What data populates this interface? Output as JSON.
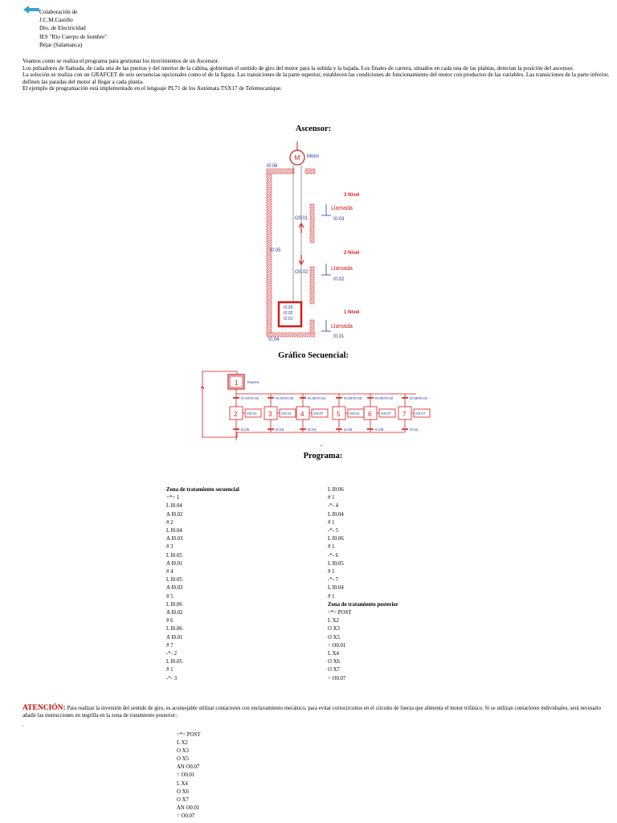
{
  "header": {
    "back_icon": "back-arrow-icon",
    "credit_lines": [
      "Colaboración de",
      "J.C.M.Castillo",
      "Dto. de Electricidad",
      "IES \"Río Cuerpo de hombre\"",
      "Béjar (Salamanca)"
    ]
  },
  "intro": {
    "paragraphs": [
      "Veamos como se realiza el programa para gestionar los movimientos de un Ascensor.",
      "Los pulsadores de llamada, de cada una de las puertas y del interior de la cabina, gobiernan el sentido de giro del motor para la subida y la bajada. Los finales de carrera, situados en cada una de las plantas, detectan la posición del ascensor.",
      "La solución se realiza con un GRAFCET de seis secuencias opcionales como el de la figura. Las transiciones de la parte superior, establecen las condiciones de funcionamiento del motor con productos de las variables. Las transiciones de la parte inferior, definen las paradas del motor al llegar a cada planta.",
      "El ejemplo de programación está implementado en el lenguaje PL71 de los Autómata TSX17 de Telemecanique."
    ]
  },
  "titles": {
    "ascensor": "Ascensor:",
    "grafico": "Gráfico Secuencial:",
    "programa": "Programa:",
    "dot": "."
  },
  "ascensor_diagram": {
    "motor_label": "Motor",
    "motor_symbol": "M",
    "sensor_top": "I0.06",
    "floors": [
      {
        "name": "3 Nivel",
        "call": "Llamada",
        "call_input": "I0.03",
        "sensor": "O0.01"
      },
      {
        "name": "2 Nivel",
        "call": "Llamada",
        "call_input": "I0.02",
        "sensor": "O0.02"
      },
      {
        "name": "1 Nivel",
        "call": "Llamada",
        "call_input": "I0.01",
        "sensor": "I0.04"
      }
    ],
    "side_sensor": "I0.05",
    "cabin_buttons": [
      "I0.03",
      "I0.02",
      "I0.01"
    ],
    "colors": {
      "red": "#d41a1a",
      "blue": "#1f3f9f",
      "hatch": "#e04040"
    }
  },
  "grafcet": {
    "initial_step": "1",
    "initial_label": "Espera",
    "top_transitions": [
      "I0.04*I0.02",
      "I0.04*I0.03",
      "I0.05*I0.01",
      "I0.05*I0.03",
      "I0.06*I0.02",
      "I0.06*I0.01"
    ],
    "steps": [
      {
        "num": "2",
        "action": "O0.01"
      },
      {
        "num": "3",
        "action": "O0.01"
      },
      {
        "num": "4",
        "action": "O0.07"
      },
      {
        "num": "5",
        "action": "O0.01"
      },
      {
        "num": "6",
        "action": "O0.07"
      },
      {
        "num": "7",
        "action": "O0.07"
      }
    ],
    "bottom_transitions": [
      "I0.05",
      "I0.06",
      "I0.04",
      "I0.06",
      "I0.05",
      "I0.04"
    ]
  },
  "program": {
    "col1": [
      {
        "t": "Zona de tratamiento secuencial",
        "b": true
      },
      {
        "t": "=*= 1",
        "b": false
      },
      {
        "t": "L  I0.04",
        "b": false
      },
      {
        "t": "A  I0.02",
        "b": false
      },
      {
        "t": "#  2",
        "b": false
      },
      {
        "t": "L  I0.04",
        "b": false
      },
      {
        "t": "A  I0.03",
        "b": false
      },
      {
        "t": "#  3",
        "b": false
      },
      {
        "t": "L  I0.05",
        "b": false
      },
      {
        "t": "A  I0.01",
        "b": false
      },
      {
        "t": "#  4",
        "b": false
      },
      {
        "t": "L  I0.05",
        "b": false
      },
      {
        "t": "A  I0.03",
        "b": false
      },
      {
        "t": "#  5",
        "b": false
      },
      {
        "t": "L  I0.06",
        "b": false
      },
      {
        "t": "A  I0.02",
        "b": false
      },
      {
        "t": "#  6",
        "b": false
      },
      {
        "t": "L  I0.06",
        "b": false
      },
      {
        "t": "A  I0.01",
        "b": false
      },
      {
        "t": "#  7",
        "b": false
      },
      {
        "t": "-*-  2",
        "b": false
      },
      {
        "t": "L  I0.05",
        "b": false
      },
      {
        "t": "#  1",
        "b": false
      },
      {
        "t": "-*-  3",
        "b": false
      }
    ],
    "col2": [
      {
        "t": "L  I0.06",
        "b": false
      },
      {
        "t": "#  1",
        "b": false
      },
      {
        "t": "-*-  4",
        "b": false
      },
      {
        "t": "L  I0.04",
        "b": false
      },
      {
        "t": "#  1",
        "b": false
      },
      {
        "t": "-*-  5",
        "b": false
      },
      {
        "t": "L  I0.06",
        "b": false
      },
      {
        "t": "#  1",
        "b": false
      },
      {
        "t": "-*-  6",
        "b": false
      },
      {
        "t": "L  I0.05",
        "b": false
      },
      {
        "t": "#  1",
        "b": false
      },
      {
        "t": "-*-  7",
        "b": false
      },
      {
        "t": "L  I0.04",
        "b": false
      },
      {
        "t": "#  1",
        "b": false
      },
      {
        "t": "Zona de tratamiento posterior",
        "b": true
      },
      {
        "t": "=*= POST",
        "b": false
      },
      {
        "t": "L  X2",
        "b": false
      },
      {
        "t": "O  X3",
        "b": false
      },
      {
        "t": "O  X5",
        "b": false
      },
      {
        "t": "=  O0.01",
        "b": false
      },
      {
        "t": "L  X4",
        "b": false
      },
      {
        "t": "O  X6",
        "b": false
      },
      {
        "t": "O  X7",
        "b": false
      },
      {
        "t": "=  O0.07",
        "b": false
      }
    ]
  },
  "attention": {
    "label": "ATENCIÓN:",
    "text": "Para realizar la inversión del sentido de giro, es aconsejable utilizar contactores con enclavamiento mecánico, para evitar cortocircuitos en el circuito de fuerza que alimenta el motor trifásico. Si se utilizan contactores individuales, será necesario añadir las instrucciones en negrilla en la zona de tratamiento posterior:",
    "dot": "."
  },
  "post_program": [
    {
      "t": "=*= POST",
      "b": false
    },
    {
      "t": "L  X2",
      "b": false
    },
    {
      "t": "O  X3",
      "b": false
    },
    {
      "t": "O  X5",
      "b": false
    },
    {
      "t": "AN  O0.07",
      "b": true
    },
    {
      "t": "=  O0.01",
      "b": false
    },
    {
      "t": "L  X4",
      "b": false
    },
    {
      "t": "O  X6",
      "b": false
    },
    {
      "t": "O  X7",
      "b": false
    },
    {
      "t": "AN  O0.01",
      "b": true
    },
    {
      "t": "=  O0.07",
      "b": false
    }
  ]
}
